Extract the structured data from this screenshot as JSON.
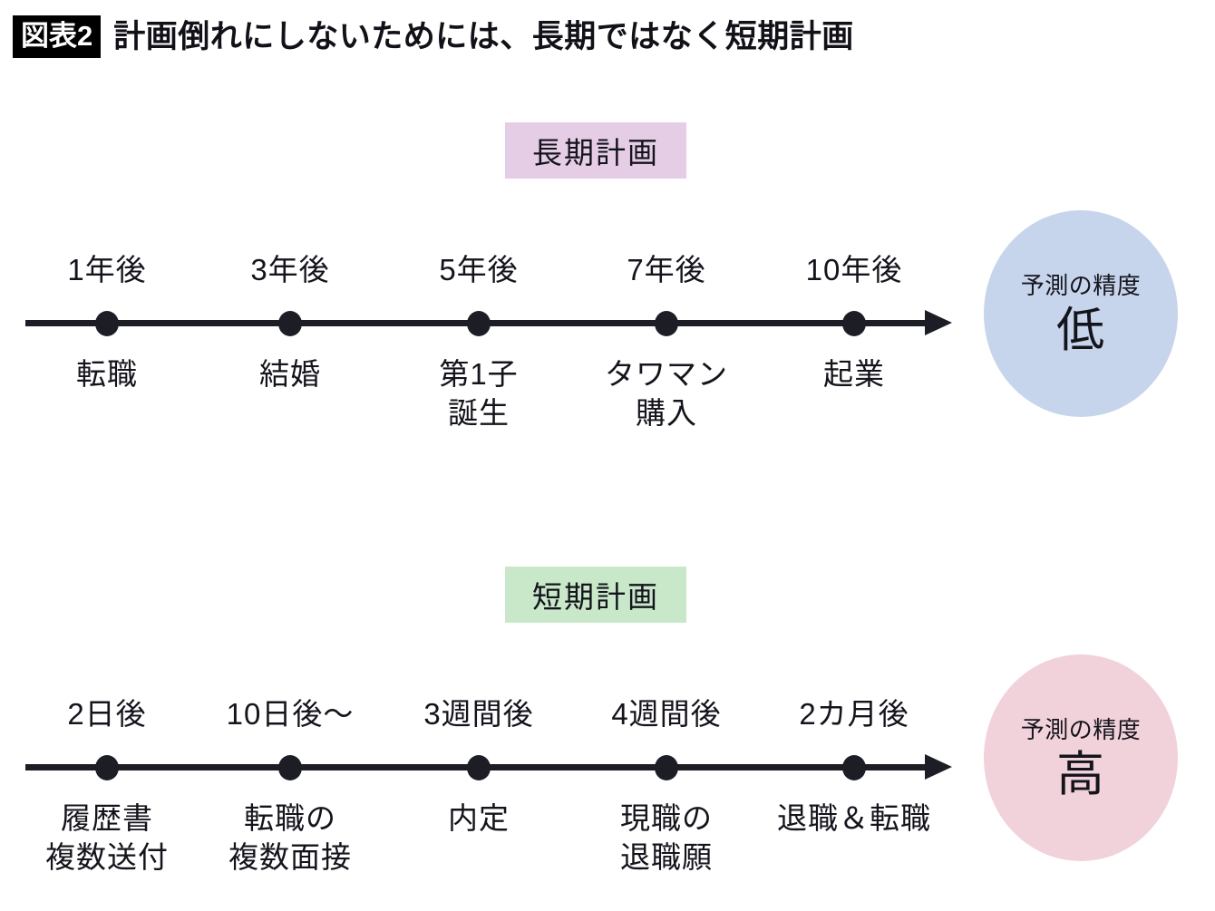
{
  "title": {
    "tag": "図表2",
    "text": "計画倒れにしないためには、長期ではなく短期計画"
  },
  "colors": {
    "badge_long_bg": "#e6cde6",
    "badge_short_bg": "#c9e8c9",
    "bubble_low_bg": "#c7d5ec",
    "bubble_high_bg": "#f2d2da",
    "axis": "#1d1d26",
    "text": "#14141c",
    "tag_bg": "#000000",
    "page_bg": "#ffffff"
  },
  "sections": [
    {
      "badge": "長期計画",
      "nodes": [
        {
          "time": "1年後",
          "event_line1": "転職",
          "event_line2": ""
        },
        {
          "time": "3年後",
          "event_line1": "結婚",
          "event_line2": ""
        },
        {
          "time": "5年後",
          "event_line1": "第1子",
          "event_line2": "誕生"
        },
        {
          "time": "7年後",
          "event_line1": "タワマン",
          "event_line2": "購入"
        },
        {
          "time": "10年後",
          "event_line1": "起業",
          "event_line2": ""
        }
      ],
      "bubble": {
        "label": "予測の精度",
        "value": "低"
      }
    },
    {
      "badge": "短期計画",
      "nodes": [
        {
          "time": "2日後",
          "event_line1": "履歴書",
          "event_line2": "複数送付"
        },
        {
          "time": "10日後〜",
          "event_line1": "転職の",
          "event_line2": "複数面接"
        },
        {
          "time": "3週間後",
          "event_line1": "内定",
          "event_line2": ""
        },
        {
          "time": "4週間後",
          "event_line1": "現職の",
          "event_line2": "退職願"
        },
        {
          "time": "2カ月後",
          "event_line1": "退職＆転職",
          "event_line2": ""
        }
      ],
      "bubble": {
        "label": "予測の精度",
        "value": "高"
      }
    }
  ]
}
